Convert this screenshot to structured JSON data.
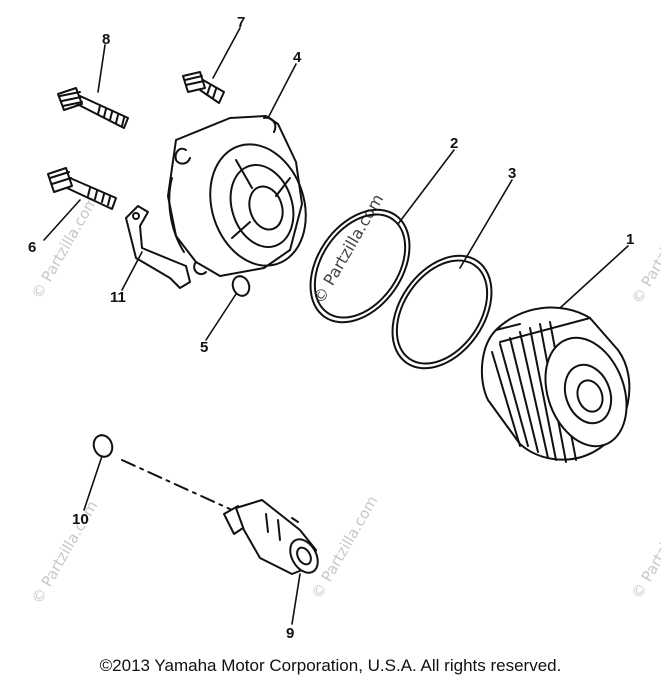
{
  "diagram": {
    "callouts": [
      {
        "id": "1",
        "label": "1"
      },
      {
        "id": "2",
        "label": "2"
      },
      {
        "id": "3",
        "label": "3"
      },
      {
        "id": "4",
        "label": "4"
      },
      {
        "id": "5",
        "label": "5"
      },
      {
        "id": "6",
        "label": "6"
      },
      {
        "id": "7",
        "label": "7"
      },
      {
        "id": "8",
        "label": "8"
      },
      {
        "id": "9",
        "label": "9"
      },
      {
        "id": "10",
        "label": "10"
      },
      {
        "id": "11",
        "label": "11"
      }
    ],
    "watermark": "© Partzilla.com"
  },
  "footer": {
    "copyright": "©2013  Yamaha Motor Corporation, U.S.A. All rights reserved."
  }
}
